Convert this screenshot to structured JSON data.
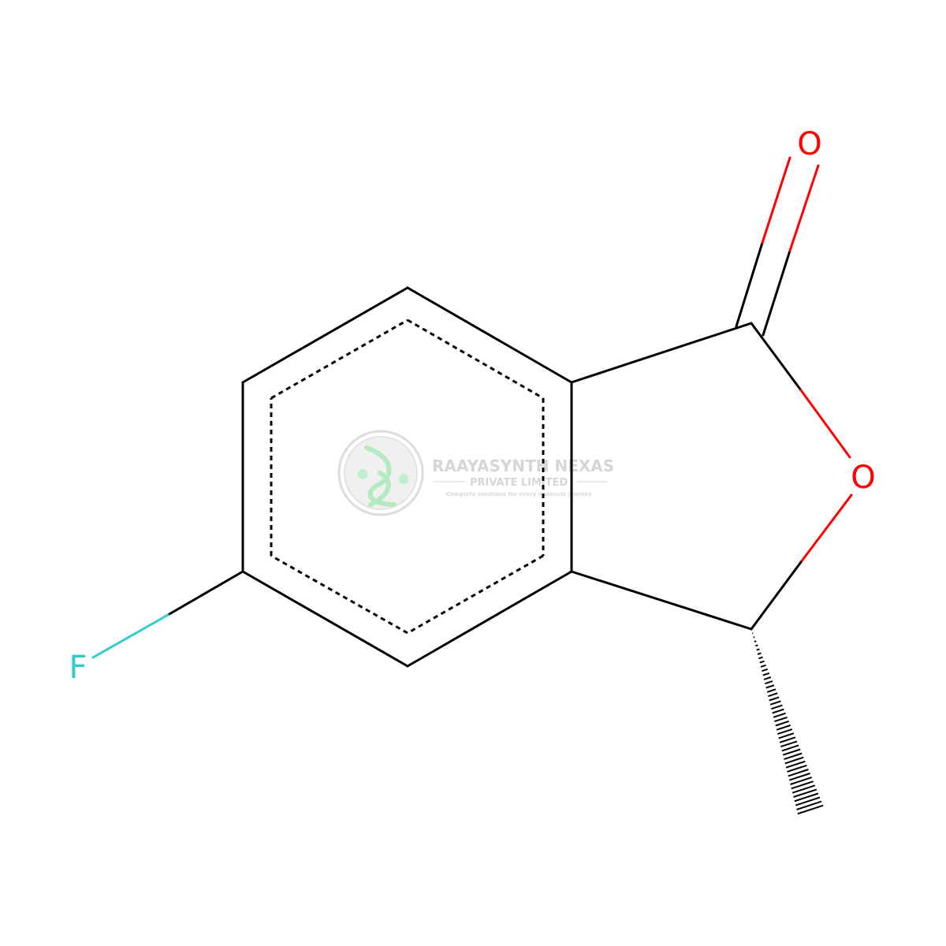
{
  "molecule": {
    "atoms": {
      "carbonyl_oxygen": "O",
      "ring_oxygen": "O",
      "fluorine": "F"
    },
    "colors": {
      "bond": "#000000",
      "oxygen": "#ff0000",
      "fluorine": "#33cccc"
    }
  },
  "watermark": {
    "name": "RAAYASYNTH NEXAS",
    "subtitle": "PRIVATE LIMITED",
    "tagline": "Complete solutions for every molecule journey",
    "color": "#c9c9c9",
    "accent": "#a8e6b8"
  }
}
